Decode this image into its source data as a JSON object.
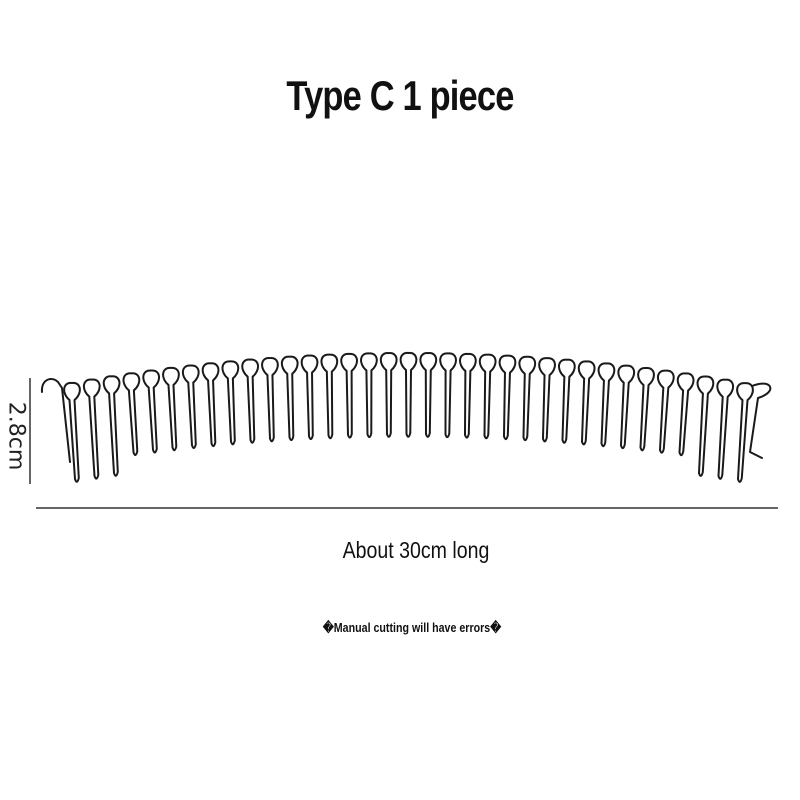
{
  "title": "Type C 1 piece",
  "dimensions": {
    "height_label": "2.8cm",
    "length_label": "About 30cm long"
  },
  "note": "�Manual cutting will have errors�",
  "product": {
    "icon": "wire-comb-icon",
    "tooth_count": 35
  },
  "colors": {
    "line": "#1a1a1a",
    "background": "#ffffff"
  }
}
